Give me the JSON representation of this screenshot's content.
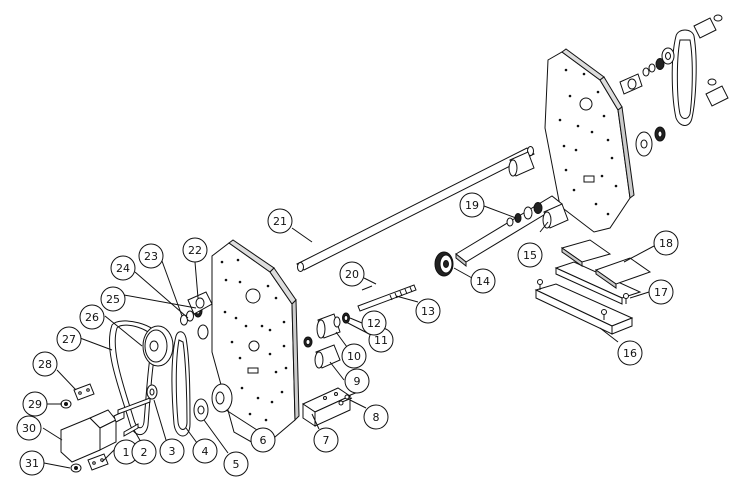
{
  "callouts": [
    {
      "n": "1"
    },
    {
      "n": "2"
    },
    {
      "n": "3"
    },
    {
      "n": "4"
    },
    {
      "n": "5"
    },
    {
      "n": "6"
    },
    {
      "n": "7"
    },
    {
      "n": "8"
    },
    {
      "n": "9"
    },
    {
      "n": "10"
    },
    {
      "n": "11"
    },
    {
      "n": "12"
    },
    {
      "n": "13"
    },
    {
      "n": "14"
    },
    {
      "n": "15"
    },
    {
      "n": "16"
    },
    {
      "n": "17"
    },
    {
      "n": "18"
    },
    {
      "n": "19"
    },
    {
      "n": "20"
    },
    {
      "n": "21"
    },
    {
      "n": "22"
    },
    {
      "n": "23"
    },
    {
      "n": "24"
    },
    {
      "n": "25"
    },
    {
      "n": "26"
    },
    {
      "n": "27"
    },
    {
      "n": "28"
    },
    {
      "n": "29"
    },
    {
      "n": "30"
    },
    {
      "n": "31"
    }
  ],
  "colors": {
    "line": "#111111",
    "fill": "#ffffff",
    "shade": "#bdbdbd"
  }
}
